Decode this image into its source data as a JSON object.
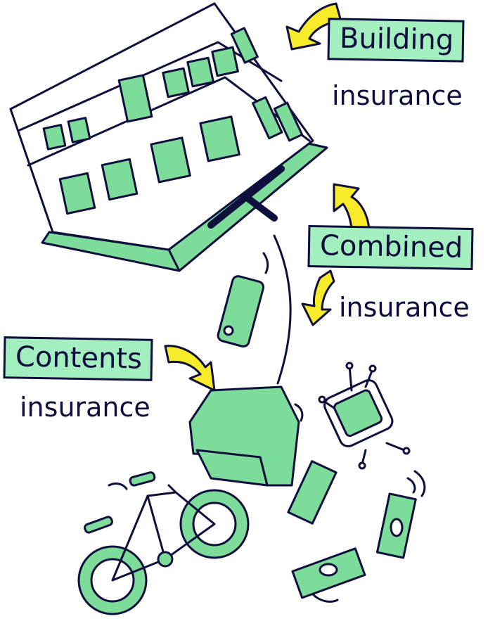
{
  "labels": {
    "building": {
      "title": "Building",
      "subtitle": "insurance"
    },
    "combined": {
      "title": "Combined",
      "subtitle": "insurance"
    },
    "contents": {
      "title": "Contents",
      "subtitle": "insurance"
    }
  },
  "colors": {
    "ink": "#0f0f3d",
    "label_fill": "#a4efbf",
    "object_fill": "#7ddc9a",
    "arrow": "#f8ec2a"
  }
}
